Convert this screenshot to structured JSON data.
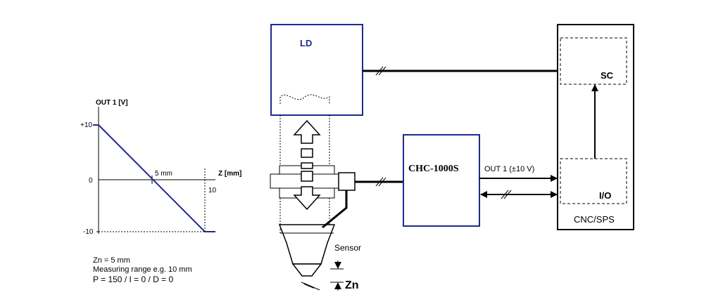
{
  "graph": {
    "ylabel": "OUT 1 [V]",
    "xlabel": "Z [mm]",
    "ytick_top": "+10",
    "ytick_zero": "0",
    "ytick_bottom": "-10",
    "xtick_mid": "5 mm",
    "xtick_end": "10",
    "line_color": "#1f2a8c"
  },
  "notes": {
    "line1": "Zn = 5 mm",
    "line2": "Measuring range e.g. 10 mm",
    "line3": "P = 150 / I = 0 / D = 0"
  },
  "blocks": {
    "ld": "LD",
    "sc": "SC",
    "io": "I/O",
    "cnc": "CNC/SPS",
    "chc": "CHC-1000S"
  },
  "labels": {
    "out1": "OUT 1 (±10 V)",
    "sensor": "Sensor",
    "zn": "Zn"
  },
  "colors": {
    "navy": "#1f2a8c",
    "black": "#000000"
  }
}
